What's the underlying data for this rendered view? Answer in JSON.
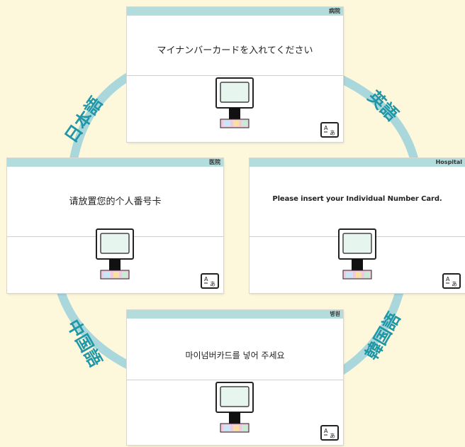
{
  "colors": {
    "arrow": "#a9d7dc",
    "label": "#1f97a6",
    "background": "#fdf7dc",
    "header": "#b3dcdc"
  },
  "screens": {
    "japanese": {
      "header": "病院",
      "message": "マイナンバーカードを入れてください"
    },
    "english": {
      "header": "Hospital",
      "message": "Please insert your Individual Number Card."
    },
    "korean": {
      "header": "병원",
      "message": "마이넘버카드를 넣어 주세요"
    },
    "chinese": {
      "header": "医院",
      "message": "请放置您的个人番号卡"
    }
  },
  "labels": {
    "japanese": "日本語",
    "english": "英語",
    "korean": "韓国語",
    "chinese": "中国語"
  },
  "icons": {
    "kiosk": "card-reader-icon",
    "language": "language-switch-icon",
    "arrow": "cycle-arrow"
  }
}
